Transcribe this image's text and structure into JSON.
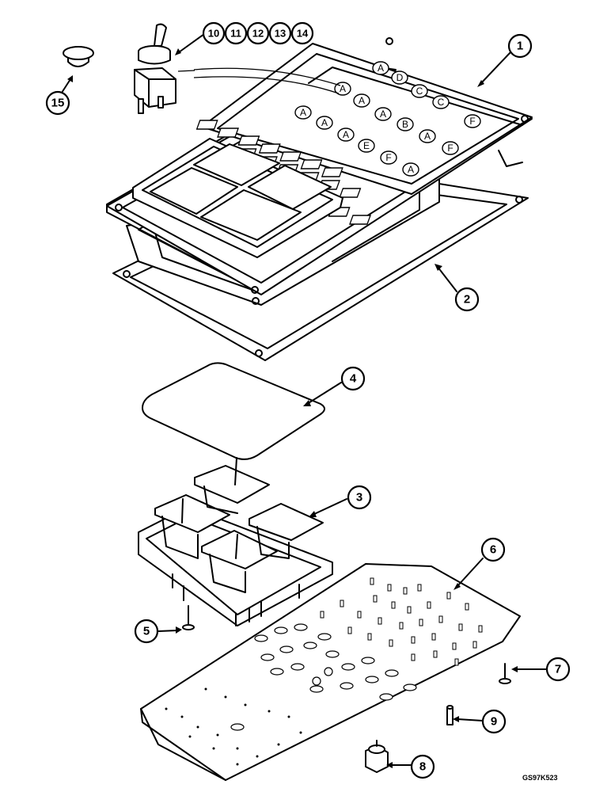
{
  "diagram": {
    "callouts": [
      "1",
      "2",
      "3",
      "4",
      "5",
      "6",
      "7",
      "8",
      "9",
      "10",
      "11",
      "12",
      "13",
      "14",
      "15"
    ],
    "key_letters": [
      "A",
      "D",
      "A",
      "C",
      "A",
      "C",
      "A",
      "A",
      "B",
      "F",
      "A",
      "A",
      "E",
      "A",
      "F",
      "A",
      "F"
    ],
    "drawing_code": "GS97K523"
  }
}
